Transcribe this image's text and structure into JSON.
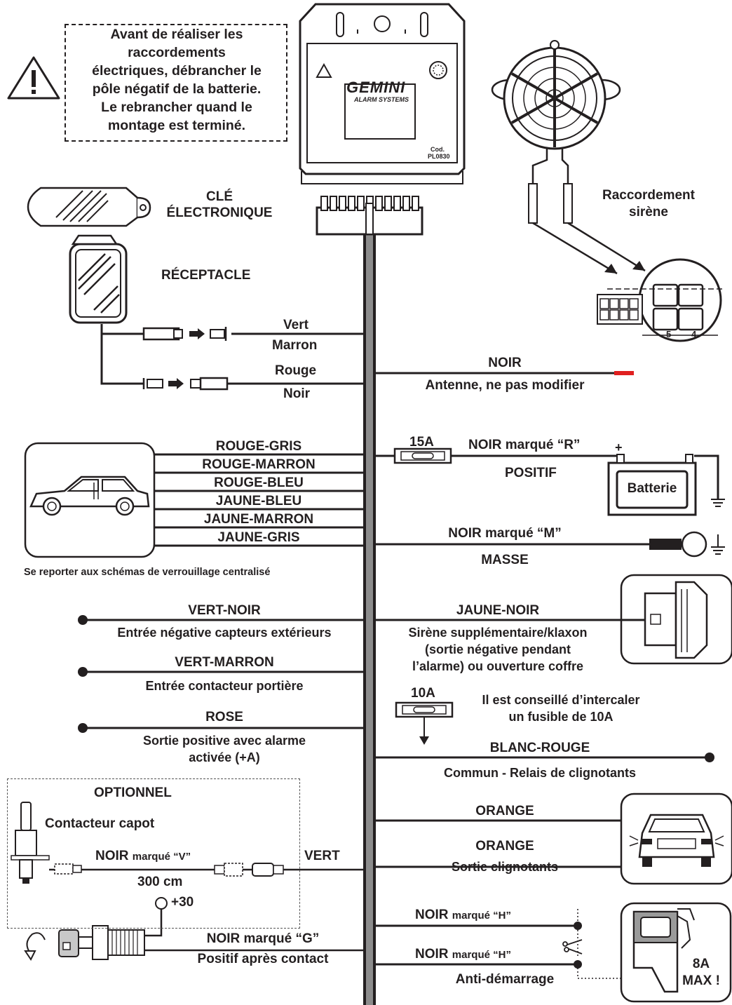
{
  "warning": {
    "icon": "warning-triangle-icon",
    "lines": [
      "Avant de réaliser les",
      "raccordements",
      "électriques, débrancher le",
      "pôle négatif de la batterie.",
      "Le rebrancher quand le",
      "montage est terminé."
    ]
  },
  "control_unit": {
    "brand": "GEMINI",
    "subtitle": "ALARM SYSTEMS",
    "code_label": "Cod.",
    "code": "PL0830"
  },
  "key": {
    "title_line1": "CLÉ",
    "title_line2": "ÉLECTRONIQUE"
  },
  "receptacle": {
    "title": "RÉCEPTACLE"
  },
  "siren": {
    "title_line1": "Raccordement",
    "title_line2": "sirène",
    "pin_a": "5",
    "pin_b": "4"
  },
  "left_wires": {
    "vert": "Vert",
    "marron": "Marron",
    "rouge": "Rouge",
    "noir": "Noir"
  },
  "lock_wires": [
    "ROUGE-GRIS",
    "ROUGE-MARRON",
    "ROUGE-BLEU",
    "JAUNE-BLEU",
    "JAUNE-MARRON",
    "JAUNE-GRIS"
  ],
  "lock_note": "Se reporter aux schémas de verrouillage centralisé",
  "inputs": {
    "vert_noir": "VERT-NOIR",
    "vert_noir_desc": "Entrée négative capteurs extérieurs",
    "vert_marron": "VERT-MARRON",
    "vert_marron_desc": "Entrée contacteur portière",
    "rose": "ROSE",
    "rose_desc_1": "Sortie positive avec alarme",
    "rose_desc_2": "activée (+A)"
  },
  "optional": {
    "title": "OPTIONNEL",
    "device": "Contacteur capot",
    "wire_prefix": "NOIR",
    "wire_suffix": "marqué “V”",
    "length": "300 cm",
    "vert": "VERT"
  },
  "ignition": {
    "plus30": "+30",
    "wire": "NOIR marqué “G”",
    "desc": "Positif après contact"
  },
  "right": {
    "antenna_wire": "NOIR",
    "antenna_desc": "Antenne, ne pas modifier",
    "fuse15": "15A",
    "positive_wire": "NOIR marqué “R”",
    "positive_desc": "POSITIF",
    "plus_sign": "+",
    "battery": "Batterie",
    "ground_wire": "NOIR marqué “M”",
    "ground_desc": "MASSE",
    "siren_wire": "JAUNE-NOIR",
    "siren_desc_1": "Sirène supplémentaire/klaxon",
    "siren_desc_2": "(sortie négative pendant",
    "siren_desc_3": "l’alarme) ou ouverture coffre",
    "fuse10": "10A",
    "fuse10_note_1": "Il est conseillé d’intercaler",
    "fuse10_note_2": "un fusible de 10A",
    "blinker_common": "BLANC-ROUGE",
    "blinker_common_desc": "Commun - Relais de clignotants",
    "orange1": "ORANGE",
    "orange2": "ORANGE",
    "orange_desc": "Sortie clignotants",
    "immo_wire_prefix": "NOIR",
    "immo_wire_suffix": "marqué “H”",
    "immo_desc": "Anti-démarrage",
    "immo_limit_1": "8A",
    "immo_limit_2": "MAX !"
  }
}
